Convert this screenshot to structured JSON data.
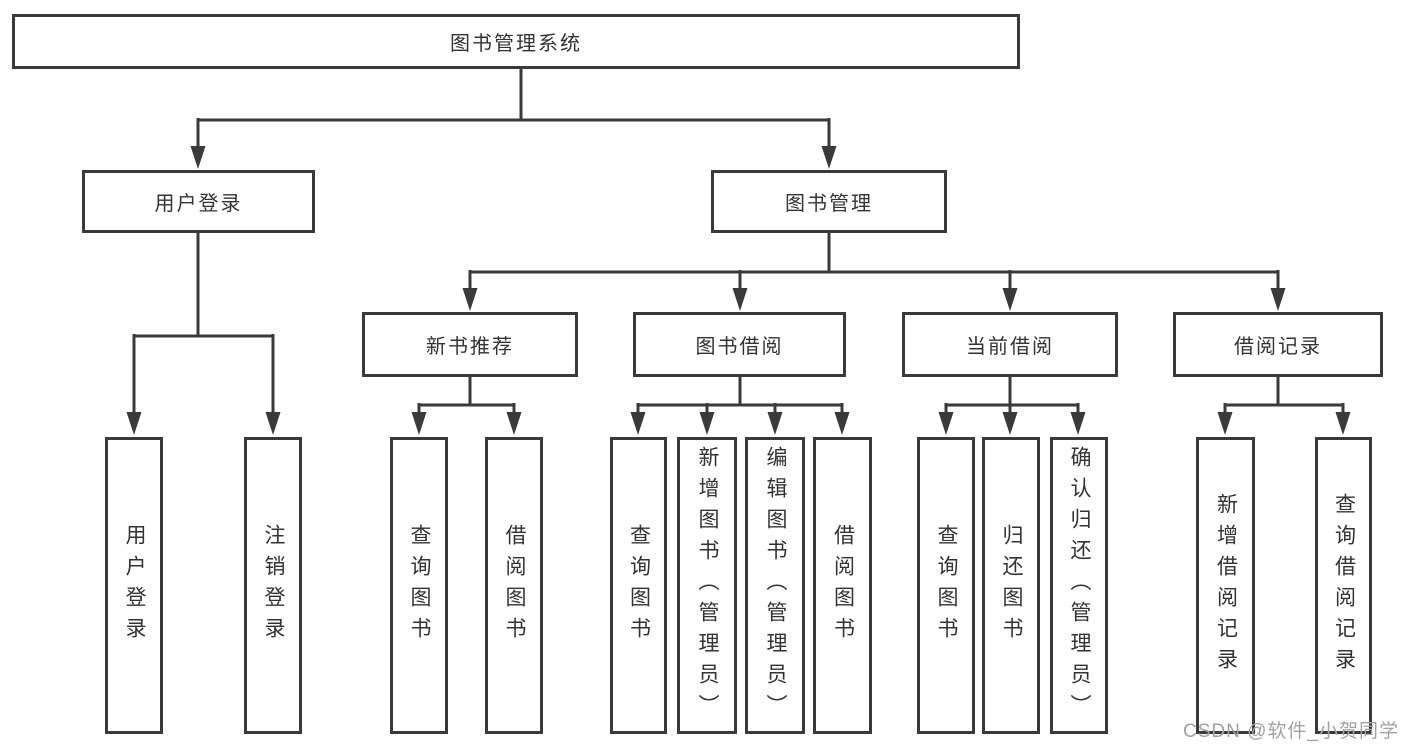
{
  "colors": {
    "background": "#ffffff",
    "line": "#3a3a3a",
    "text": "#333333",
    "watermark": "#a2a2a2"
  },
  "root": {
    "label": "图书管理系统"
  },
  "level2": {
    "user_login": {
      "label": "用户登录"
    },
    "book_management": {
      "label": "图书管理"
    }
  },
  "level3": {
    "new_book_recommend": {
      "label": "新书推荐"
    },
    "book_borrowing": {
      "label": "图书借阅"
    },
    "current_borrowing": {
      "label": "当前借阅"
    },
    "borrowing_records": {
      "label": "借阅记录"
    }
  },
  "leaves": {
    "user_login": {
      "label": "用户登录"
    },
    "logout": {
      "label": "注销登录"
    },
    "recommend_query_book": {
      "label": "查询图书"
    },
    "recommend_borrow_book": {
      "label": "借阅图书"
    },
    "borrowing_query_book": {
      "label": "查询图书"
    },
    "borrowing_add_book": {
      "label": "新增图书（管理员）"
    },
    "borrowing_edit_book": {
      "label": "编辑图书（管理员）"
    },
    "borrowing_borrow_book": {
      "label": "借阅图书"
    },
    "current_query_book": {
      "label": "查询图书"
    },
    "current_return_book": {
      "label": "归还图书"
    },
    "current_confirm_return": {
      "label": "确认归还（管理员）"
    },
    "records_add_record": {
      "label": "新增借阅记录"
    },
    "records_query_record": {
      "label": "查询借阅记录"
    }
  },
  "watermark": {
    "text": "CSDN @软件_小贺同学"
  }
}
